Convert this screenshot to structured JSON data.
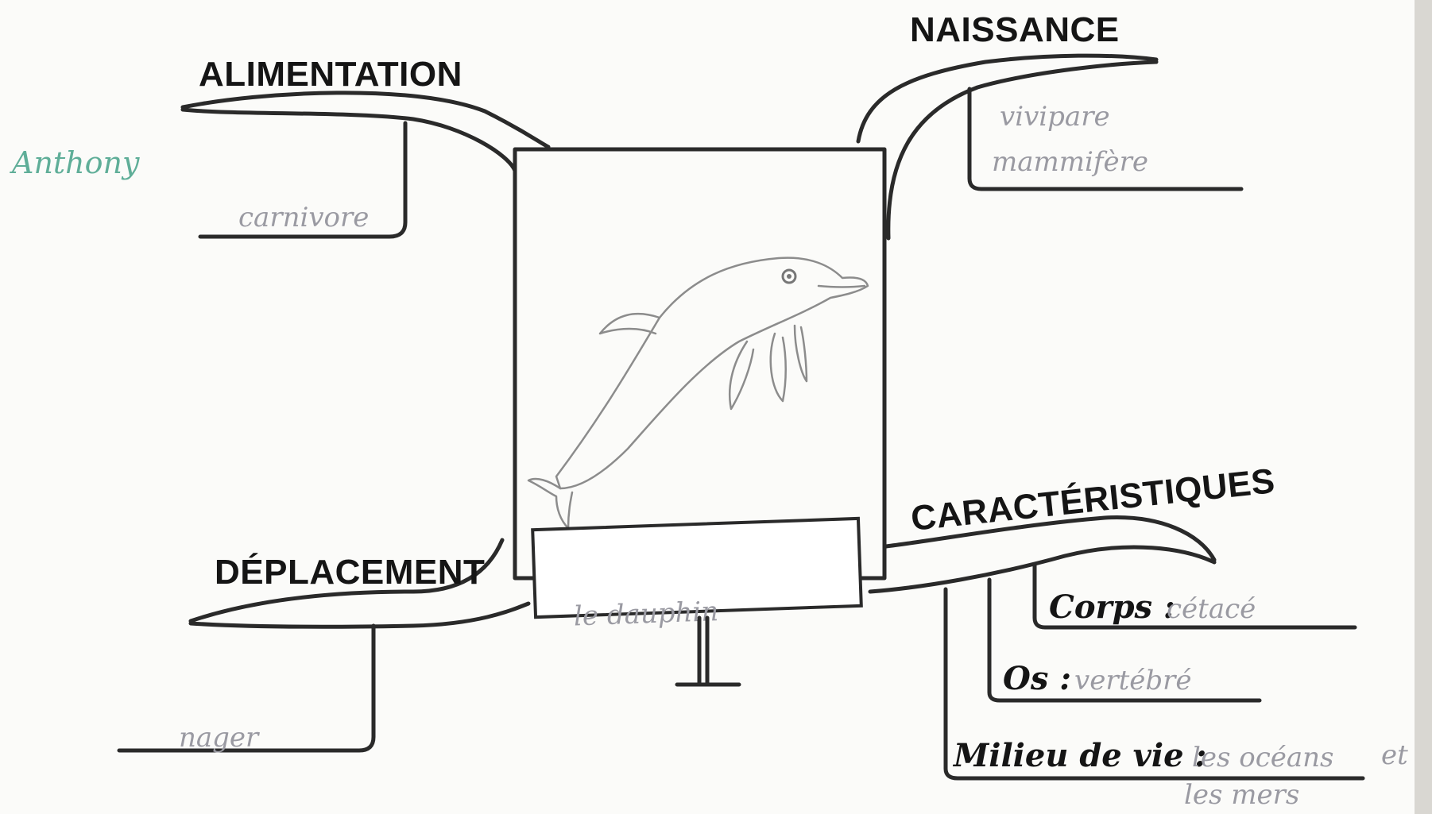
{
  "student_name": "Anthony",
  "center": {
    "caption": "le dauphin"
  },
  "branches": {
    "alimentation": {
      "title": "ALIMENTATION",
      "items": [
        "carnivore"
      ]
    },
    "naissance": {
      "title": "NAISSANCE",
      "items": [
        "vivipare",
        "mammifère"
      ]
    },
    "deplacement": {
      "title": "DÉPLACEMENT",
      "items": [
        "nager"
      ]
    },
    "caracteristiques": {
      "title": "CARACTÉRISTIQUES",
      "items": [
        {
          "label": "Corps :",
          "value": "cétacé"
        },
        {
          "label": "Os :",
          "value": "vertébré"
        },
        {
          "label": "Milieu de vie :",
          "value": "les océans",
          "extra": "et",
          "value2": "les mers"
        }
      ]
    }
  },
  "colors": {
    "ink": "#2a2a2a",
    "pencil": "#9a9aa2",
    "green_pen": "#5fae98",
    "paper": "#fbfbf9"
  },
  "icons": {
    "center_image": "dolphin-drawing"
  }
}
